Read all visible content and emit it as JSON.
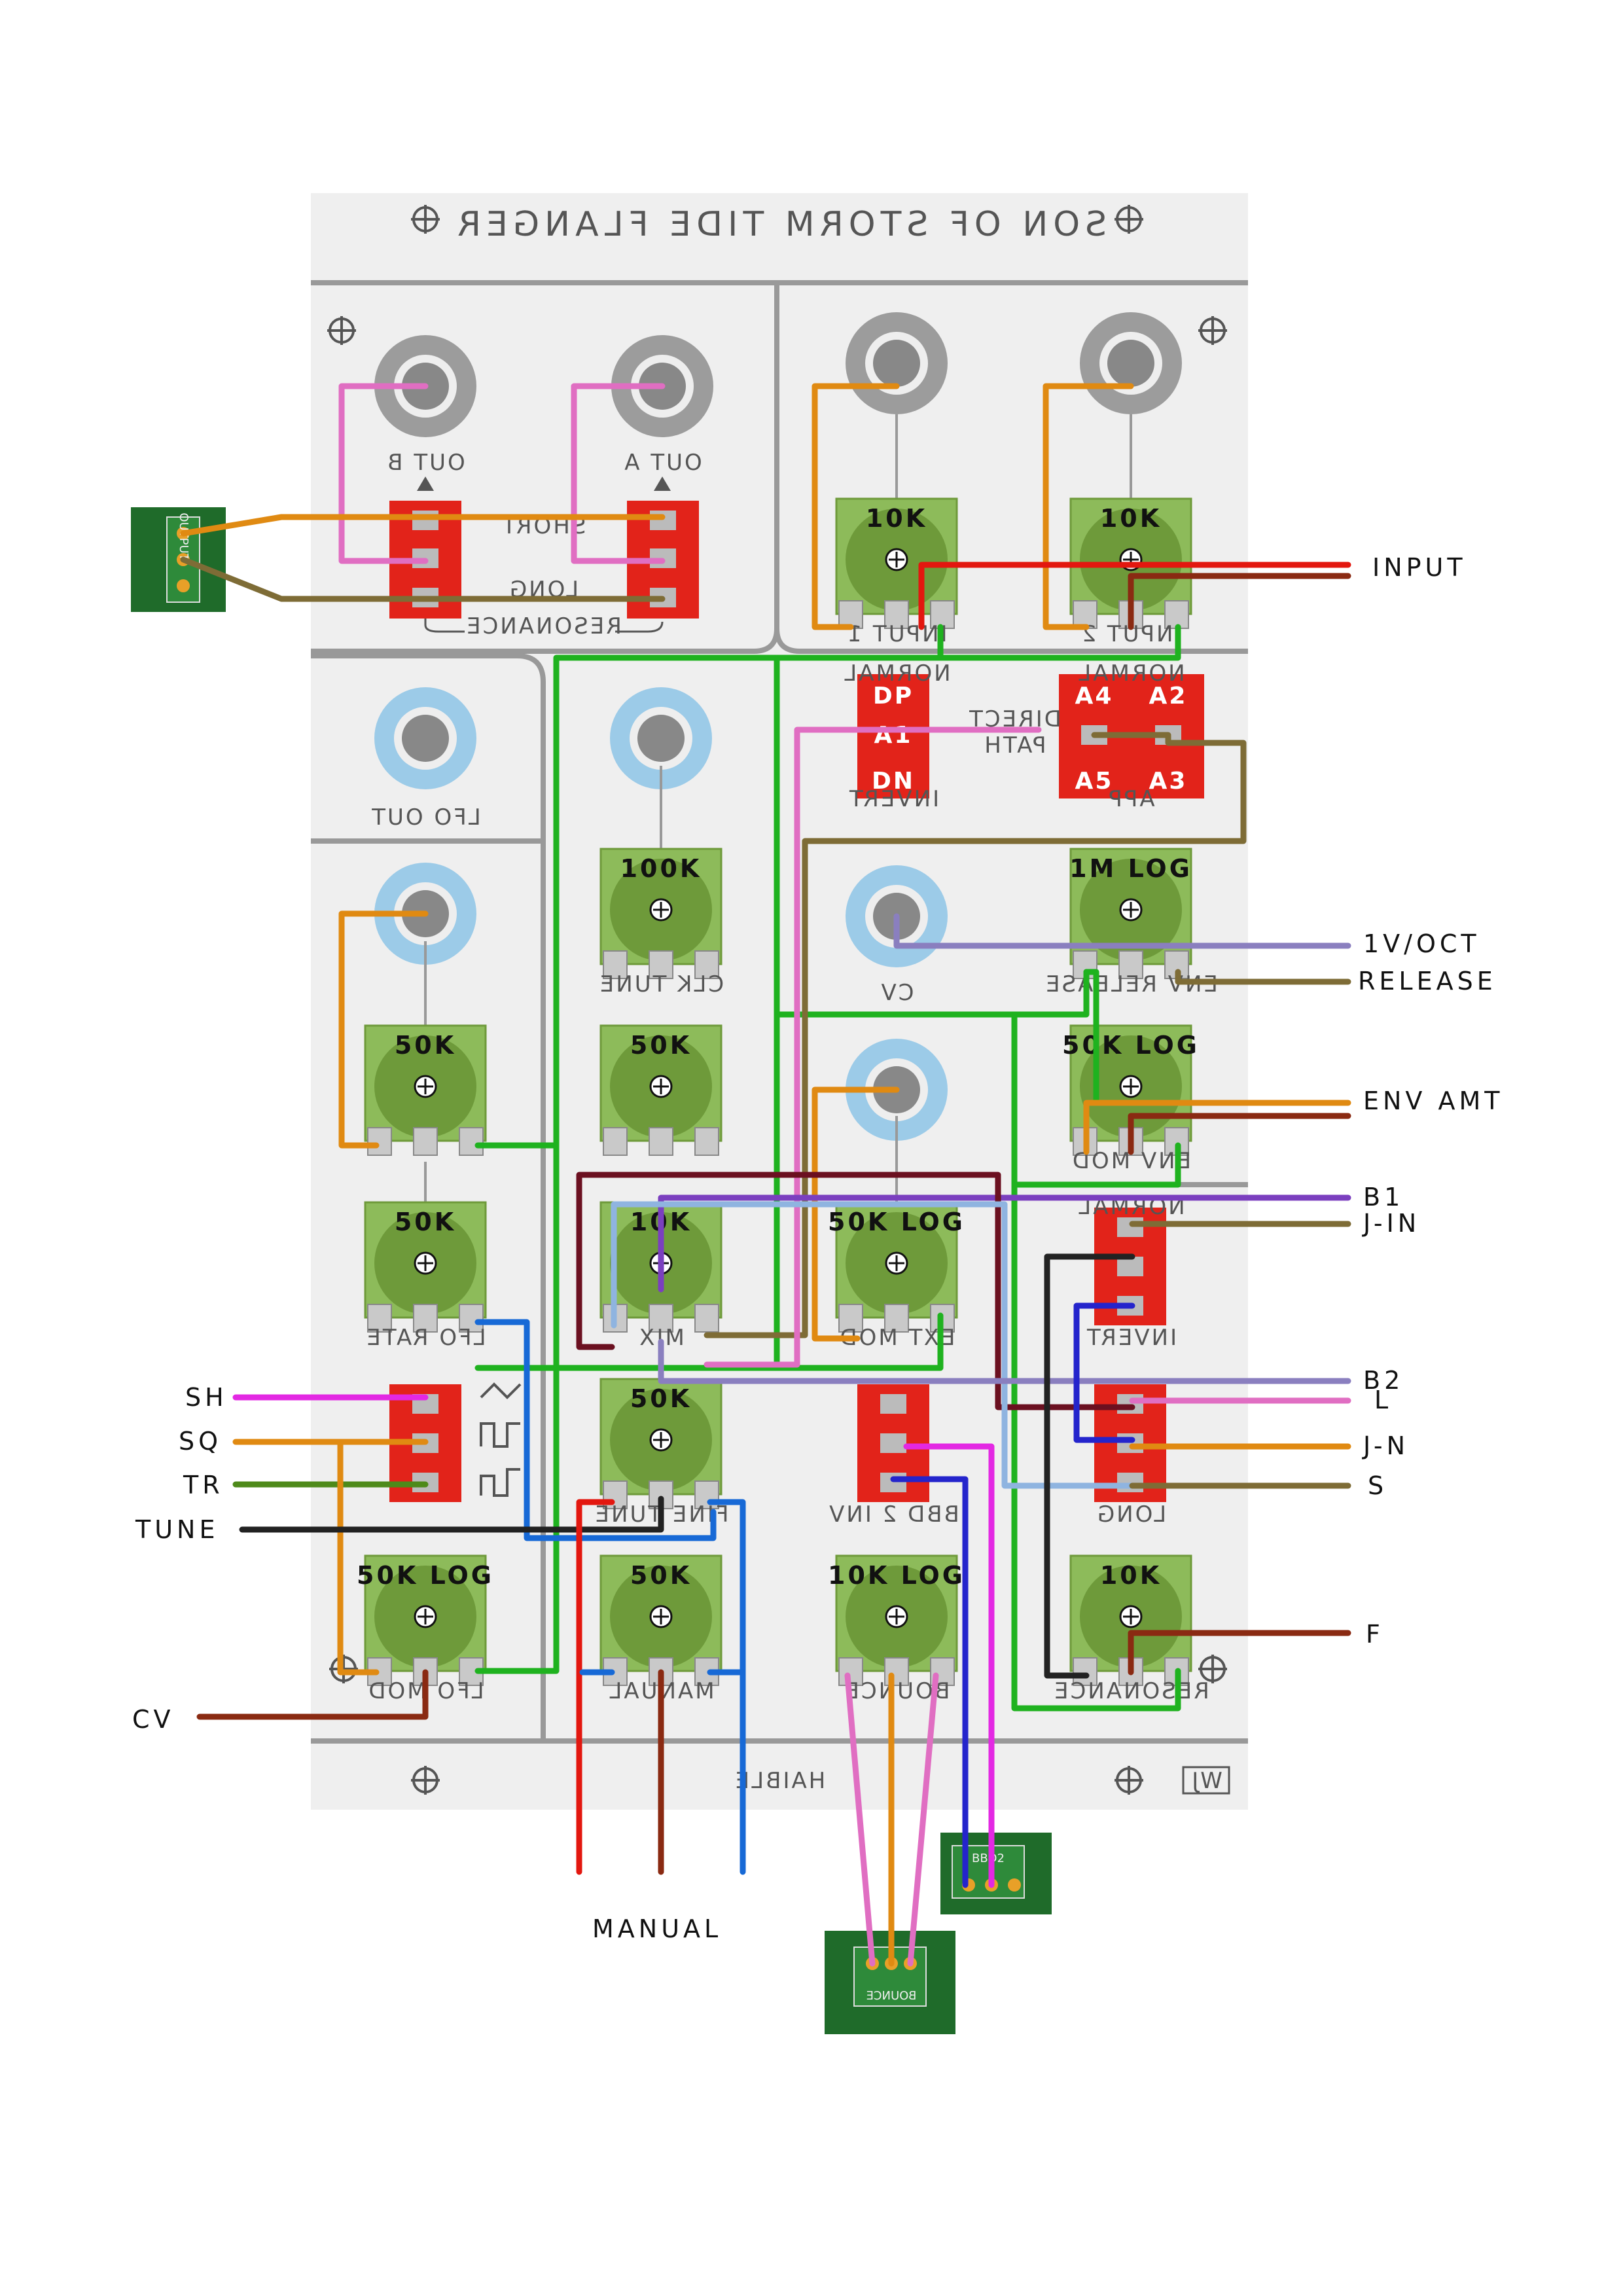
{
  "title": "SON OF STORM TIDE FLANGER",
  "brand": "HAIBLE",
  "logo": "WJ",
  "jacks": {
    "out_b": "OUT B",
    "out_a": "OUT A",
    "input_1": "INPUT 1",
    "input_2": "INPUT 2",
    "lfo_out": "LFO OUT",
    "cv": "CV"
  },
  "switch_labels": {
    "short": "SHORT",
    "long": "LONG",
    "resonance": "RESONANCE",
    "normal_1": "NORMAL",
    "normal_2": "NORMAL",
    "direct": "DIRECT",
    "path": "PATH",
    "invert": "INVERT",
    "app": "APP",
    "bbd2inv": "BBD 2 INV",
    "invert2": "INVERT",
    "long2": "LONG",
    "normal3": "NORMAL"
  },
  "switch_pins": {
    "dp": "DP",
    "a1": "A1",
    "dn": "DN",
    "a4": "A4",
    "a2": "A2",
    "a5": "A5",
    "a3": "A3"
  },
  "pots": [
    {
      "value": "10K",
      "label": "INPUT 1"
    },
    {
      "value": "10K",
      "label": "INPUT 2"
    },
    {
      "value": "100K",
      "label": "CLK TUNE"
    },
    {
      "value": "1M LOG",
      "label": "ENV RELEASE"
    },
    {
      "value": "50K",
      "label": ""
    },
    {
      "value": "50K",
      "label": ""
    },
    {
      "value": "50K LOG",
      "label": "ENV MOD"
    },
    {
      "value": "50K",
      "label": "LFO RATE"
    },
    {
      "value": "10K",
      "label": "MIX"
    },
    {
      "value": "50K LOG",
      "label": "EXT MOD"
    },
    {
      "value": "50K",
      "label": "FINE TUNE"
    },
    {
      "value": "50K LOG",
      "label": "LFO MOD"
    },
    {
      "value": "50K",
      "label": "MANUAL"
    },
    {
      "value": "10K LOG",
      "label": "BOUNCE"
    },
    {
      "value": "10K",
      "label": "RESONANCE"
    }
  ],
  "external_labels": {
    "input": "INPUT",
    "one_v_oct": "1V/OCT",
    "release": "RELEASE",
    "env_amt": "ENV AMT",
    "b1": "B1",
    "j_in": "J-IN",
    "b2": "B2",
    "l": "L",
    "j_n": "J-N",
    "s": "S",
    "f": "F",
    "sh": "SH",
    "sq": "SQ",
    "tr": "TR",
    "tune": "TUNE",
    "cv": "CV",
    "manual": "MANUAL"
  },
  "pcb_labels": {
    "output": "OUTPUT",
    "bbd2": "BBD2",
    "bounce": "BOUNCE"
  },
  "colors": {
    "panel": "#efefef",
    "divider": "#999999",
    "pot_green": "#6e9a3a",
    "pot_light": "#8dbb5a",
    "switch_red": "#e2231a",
    "jack_grey": "#9c9c9c",
    "jack_blue": "#9ccbe8",
    "wire_orange": "#e08a12",
    "wire_green": "#1fb21f",
    "wire_red": "#e3170f",
    "wire_darkred": "#8a2a12",
    "wire_brown": "#7e6c36",
    "wire_pink": "#e06ec2",
    "wire_purple": "#7b3fbf",
    "wire_lavender": "#8a7fbf",
    "wire_blue": "#1769d6",
    "wire_navy": "#2424cc",
    "wire_magenta": "#e328e3",
    "wire_black": "#222222",
    "wire_maroon": "#6b1020",
    "wire_lightblue": "#8fb4e0",
    "wire_olive": "#4e8a1a"
  }
}
